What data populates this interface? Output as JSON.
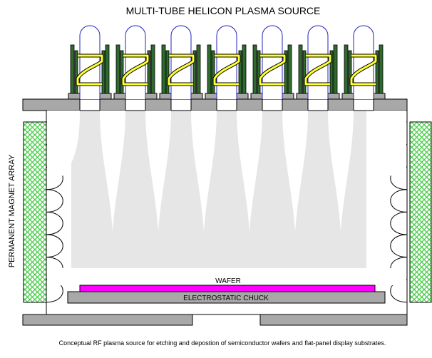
{
  "title": "MULTI-TUBE HELICON PLASMA SOURCE",
  "side_label": "PERMANENT MAGNET ARRAY",
  "wafer_label": "WAFER",
  "chuck_label": "ELECTROSTATIC CHUCK",
  "caption": "Conceptual RF plasma source for etching and depostion of semiconductor wafers and flat-panel display substrates.",
  "colors": {
    "tube_outline": "#2222bb",
    "antenna": "#ffff33",
    "coil_bar": "#2f6b2f",
    "plate": "#a8a8a8",
    "plasma": "#e6e6e6",
    "magnet": "#44cc44",
    "wafer": "#ff00ff"
  }
}
